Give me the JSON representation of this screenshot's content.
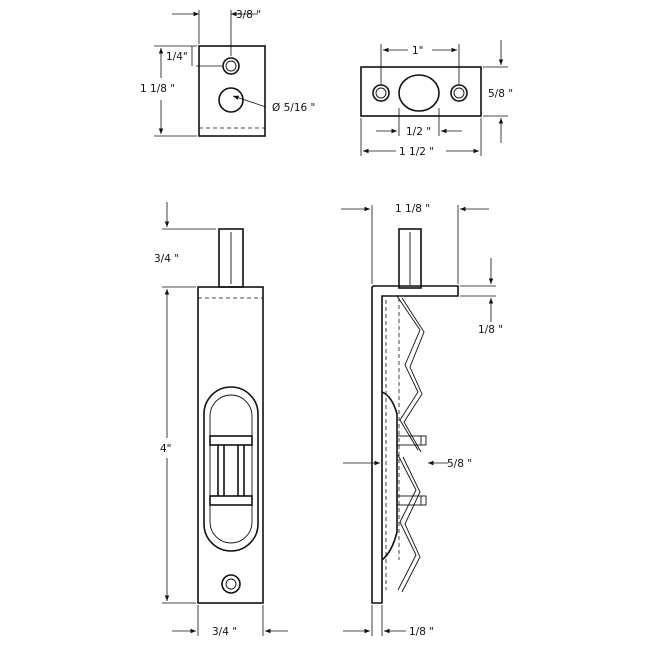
{
  "top_left_view": {
    "dim_hole_offset": "3/8 \"",
    "dim_hole_from_top": "1/4\"",
    "dim_height": "1 1/8 \"",
    "dim_bolt_diameter": "Ø 5/16 \""
  },
  "top_right_view": {
    "dim_hole_spacing": "1\"",
    "dim_plate_height": "5/8 \"",
    "dim_center_opening": "1/2 \"",
    "dim_plate_width": "1 1/2 \""
  },
  "front_view": {
    "dim_bolt_projection": "3/4 \"",
    "dim_body_length": "4\"",
    "dim_body_width": "3/4 \""
  },
  "side_view": {
    "dim_flange_width": "1 1/8 \"",
    "dim_flange_thickness": "1/8 \"",
    "dim_lever_depth": "5/8 \"",
    "dim_plate_thickness": "1/8 \""
  }
}
